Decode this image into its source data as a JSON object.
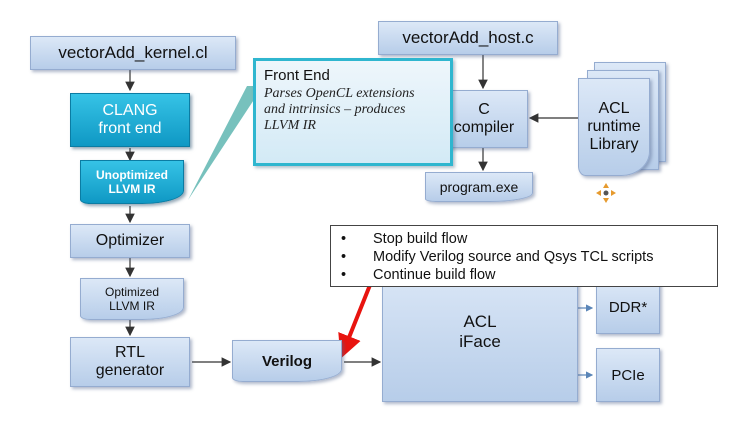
{
  "kernel_file": "vectorAdd_kernel.cl",
  "host_file": "vectorAdd_host.c",
  "clang": [
    "CLANG",
    "front end"
  ],
  "unopt_ir": [
    "Unoptimized",
    "LLVM IR"
  ],
  "front_end_callout": {
    "title": "Front End",
    "body": [
      "Parses OpenCL extensions",
      "and intrinsics – produces",
      "LLVM IR"
    ]
  },
  "c_compiler": [
    "C",
    "compiler"
  ],
  "acl_runtime": [
    "ACL",
    "runtime",
    "Library"
  ],
  "program_exe": "program.exe",
  "optimizer": "Optimizer",
  "opt_ir": [
    "Optimized",
    "LLVM IR"
  ],
  "rtl_generator": [
    "RTL",
    "generator"
  ],
  "verilog": "Verilog",
  "acl_iface": [
    "ACL",
    "iFace"
  ],
  "ddr": "DDR*",
  "pcie": "PCIe",
  "notes": [
    "Stop build flow",
    "Modify Verilog source and Qsys TCL scripts",
    "Continue build flow"
  ],
  "colors": {
    "box": "#c6d8ef",
    "highlight": "#1aa7d4",
    "callout_border": "#2fb6cf",
    "arrow_red": "#e8140f"
  }
}
